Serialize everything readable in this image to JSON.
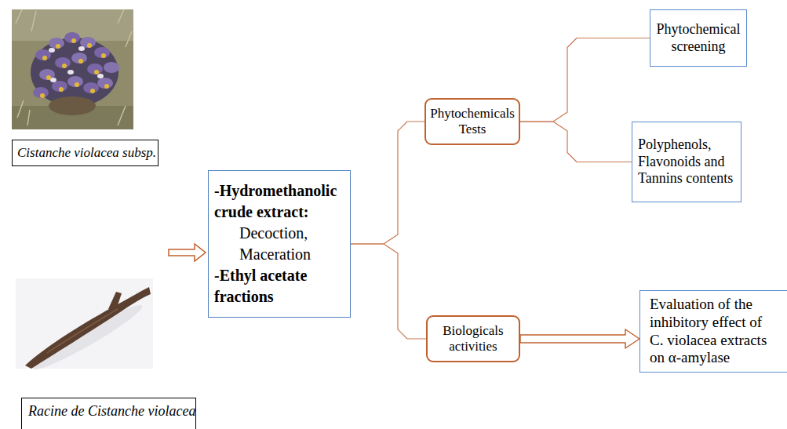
{
  "diagram": {
    "nodes": [
      {
        "text": [
          "Cistanche violacea subsp."
        ]
      },
      {
        "text": [
          "Racine de Cistanche violacea"
        ]
      },
      {
        "text": [
          "-Hydromethanolic crude extract:",
          "Decoction, Maceration",
          "-Ethyl acetate fractions"
        ]
      },
      {
        "text": [
          "Phytochemicals Tests"
        ]
      },
      {
        "text": [
          "Biologicals activities"
        ]
      },
      {
        "text": [
          "Phytochemical screening"
        ]
      },
      {
        "text": [
          "Polyphenols, Flavonoids and Tannins contents"
        ]
      },
      {
        "text": [
          "Evaluation of the inhibitory effect of C. violacea extracts on α-amylase"
        ]
      }
    ],
    "edges": [
      {
        "from": 2,
        "to": 3,
        "arrow": "none"
      },
      {
        "from": 2,
        "to": 4,
        "arrow": "none"
      },
      {
        "from": 3,
        "to": 5,
        "arrow": "none"
      },
      {
        "from": 3,
        "to": 6,
        "arrow": "none"
      },
      {
        "from": 4,
        "to": 7,
        "arrow": "to"
      }
    ]
  }
}
